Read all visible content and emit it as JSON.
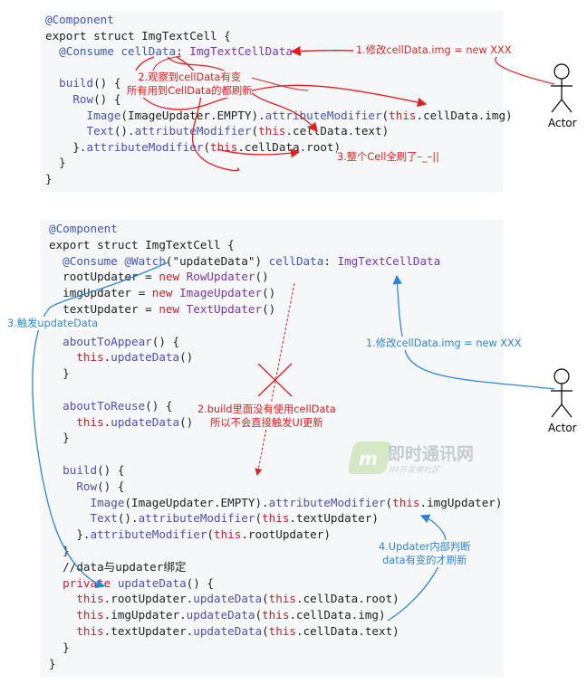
{
  "block1": {
    "lines": [
      {
        "parts": [
          {
            "t": "@Component",
            "c": "an"
          }
        ]
      },
      {
        "parts": [
          {
            "t": "export struct ",
            "c": "st"
          },
          {
            "t": "ImgTextCell {",
            "c": "st"
          }
        ]
      },
      {
        "parts": [
          {
            "t": "  @Consume ",
            "c": "an"
          },
          {
            "t": "cellData",
            "c": "an"
          },
          {
            "t": ": ",
            "c": "st"
          },
          {
            "t": "ImgTextCellData",
            "c": "ty"
          }
        ]
      },
      {
        "parts": [
          {
            "t": "",
            "c": "st"
          }
        ]
      },
      {
        "parts": [
          {
            "t": "  build",
            "c": "fn"
          },
          {
            "t": "() {",
            "c": "st"
          }
        ]
      },
      {
        "parts": [
          {
            "t": "    Row",
            "c": "fn"
          },
          {
            "t": "() {",
            "c": "st"
          }
        ]
      },
      {
        "parts": [
          {
            "t": "      Image",
            "c": "fn"
          },
          {
            "t": "(ImageUpdater.EMPTY).",
            "c": "st"
          },
          {
            "t": "attributeModifier",
            "c": "fn"
          },
          {
            "t": "(",
            "c": "st"
          },
          {
            "t": "this",
            "c": "kw"
          },
          {
            "t": ".cellData.img)",
            "c": "st"
          }
        ]
      },
      {
        "parts": [
          {
            "t": "      Text",
            "c": "fn"
          },
          {
            "t": "().",
            "c": "st"
          },
          {
            "t": "attributeModifier",
            "c": "fn"
          },
          {
            "t": "(",
            "c": "st"
          },
          {
            "t": "this",
            "c": "kw"
          },
          {
            "t": ".cellData.text)",
            "c": "st"
          }
        ]
      },
      {
        "parts": [
          {
            "t": "    }.",
            "c": "st"
          },
          {
            "t": "attributeModifier",
            "c": "fn"
          },
          {
            "t": "(",
            "c": "st"
          },
          {
            "t": "this",
            "c": "kw"
          },
          {
            "t": ".cellData.root)",
            "c": "st"
          }
        ]
      },
      {
        "parts": [
          {
            "t": "  }",
            "c": "st"
          }
        ]
      },
      {
        "parts": [
          {
            "t": "}",
            "c": "st"
          }
        ]
      }
    ]
  },
  "block2": {
    "lines": [
      {
        "parts": [
          {
            "t": "@Component",
            "c": "an"
          }
        ]
      },
      {
        "parts": [
          {
            "t": "export struct ",
            "c": "st"
          },
          {
            "t": "ImgTextCell {",
            "c": "st"
          }
        ]
      },
      {
        "parts": [
          {
            "t": "  @Consume ",
            "c": "an"
          },
          {
            "t": "@Watch",
            "c": "an"
          },
          {
            "t": "(\"updateData\") ",
            "c": "st"
          },
          {
            "t": "cellData",
            "c": "an"
          },
          {
            "t": ": ",
            "c": "st"
          },
          {
            "t": "ImgTextCellData",
            "c": "ty"
          }
        ]
      },
      {
        "parts": [
          {
            "t": "  rootUpdater = ",
            "c": "st"
          },
          {
            "t": "new ",
            "c": "kw"
          },
          {
            "t": "RowUpdater",
            "c": "ty"
          },
          {
            "t": "()",
            "c": "st"
          }
        ]
      },
      {
        "parts": [
          {
            "t": "  imgUpdater = ",
            "c": "st"
          },
          {
            "t": "new ",
            "c": "kw"
          },
          {
            "t": "ImageUpdater",
            "c": "ty"
          },
          {
            "t": "()",
            "c": "st"
          }
        ]
      },
      {
        "parts": [
          {
            "t": "  textUpdater = ",
            "c": "st"
          },
          {
            "t": "new ",
            "c": "kw"
          },
          {
            "t": "TextUpdater",
            "c": "ty"
          },
          {
            "t": "()",
            "c": "st"
          }
        ]
      },
      {
        "parts": [
          {
            "t": "",
            "c": "st"
          }
        ]
      },
      {
        "parts": [
          {
            "t": "  aboutToAppear",
            "c": "fn"
          },
          {
            "t": "() {",
            "c": "st"
          }
        ]
      },
      {
        "parts": [
          {
            "t": "    this",
            "c": "kw"
          },
          {
            "t": ".",
            "c": "st"
          },
          {
            "t": "updateData",
            "c": "fn"
          },
          {
            "t": "()",
            "c": "st"
          }
        ]
      },
      {
        "parts": [
          {
            "t": "  }",
            "c": "st"
          }
        ]
      },
      {
        "parts": [
          {
            "t": "",
            "c": "st"
          }
        ]
      },
      {
        "parts": [
          {
            "t": "  aboutToReuse",
            "c": "fn"
          },
          {
            "t": "() {",
            "c": "st"
          }
        ]
      },
      {
        "parts": [
          {
            "t": "    this",
            "c": "kw"
          },
          {
            "t": ".",
            "c": "st"
          },
          {
            "t": "updateData",
            "c": "fn"
          },
          {
            "t": "()",
            "c": "st"
          }
        ]
      },
      {
        "parts": [
          {
            "t": "  }",
            "c": "st"
          }
        ]
      },
      {
        "parts": [
          {
            "t": "",
            "c": "st"
          }
        ]
      },
      {
        "parts": [
          {
            "t": "  build",
            "c": "fn"
          },
          {
            "t": "() {",
            "c": "st"
          }
        ]
      },
      {
        "parts": [
          {
            "t": "    Row",
            "c": "fn"
          },
          {
            "t": "() {",
            "c": "st"
          }
        ]
      },
      {
        "parts": [
          {
            "t": "      Image",
            "c": "fn"
          },
          {
            "t": "(ImageUpdater.EMPTY).",
            "c": "st"
          },
          {
            "t": "attributeModifier",
            "c": "fn"
          },
          {
            "t": "(",
            "c": "st"
          },
          {
            "t": "this",
            "c": "kw"
          },
          {
            "t": ".imgUpdater)",
            "c": "st"
          }
        ]
      },
      {
        "parts": [
          {
            "t": "      Text",
            "c": "fn"
          },
          {
            "t": "().",
            "c": "st"
          },
          {
            "t": "attributeModifier",
            "c": "fn"
          },
          {
            "t": "(",
            "c": "st"
          },
          {
            "t": "this",
            "c": "kw"
          },
          {
            "t": ".textUpdater)",
            "c": "st"
          }
        ]
      },
      {
        "parts": [
          {
            "t": "    }.",
            "c": "st"
          },
          {
            "t": "attributeModifier",
            "c": "fn"
          },
          {
            "t": "(",
            "c": "st"
          },
          {
            "t": "this",
            "c": "kw"
          },
          {
            "t": ".rootUpdater)",
            "c": "st"
          }
        ]
      },
      {
        "parts": [
          {
            "t": "  }",
            "c": "st"
          }
        ]
      },
      {
        "parts": [
          {
            "t": "  //data与updater绑定",
            "c": "st"
          }
        ]
      },
      {
        "parts": [
          {
            "t": "  private ",
            "c": "kw"
          },
          {
            "t": "updateData",
            "c": "fn"
          },
          {
            "t": "() {",
            "c": "st"
          }
        ]
      },
      {
        "parts": [
          {
            "t": "    this",
            "c": "kw"
          },
          {
            "t": ".rootUpdater.",
            "c": "st"
          },
          {
            "t": "updateData",
            "c": "fn"
          },
          {
            "t": "(",
            "c": "st"
          },
          {
            "t": "this",
            "c": "kw"
          },
          {
            "t": ".cellData.root)",
            "c": "st"
          }
        ]
      },
      {
        "parts": [
          {
            "t": "    this",
            "c": "kw"
          },
          {
            "t": ".imgUpdater.",
            "c": "st"
          },
          {
            "t": "updateData",
            "c": "fn"
          },
          {
            "t": "(",
            "c": "st"
          },
          {
            "t": "this",
            "c": "kw"
          },
          {
            "t": ".cellData.img)",
            "c": "st"
          }
        ]
      },
      {
        "parts": [
          {
            "t": "    this",
            "c": "kw"
          },
          {
            "t": ".textUpdater.",
            "c": "st"
          },
          {
            "t": "updateData",
            "c": "fn"
          },
          {
            "t": "(",
            "c": "st"
          },
          {
            "t": "this",
            "c": "kw"
          },
          {
            "t": ".cellData.text)",
            "c": "st"
          }
        ]
      },
      {
        "parts": [
          {
            "t": "  }",
            "c": "st"
          }
        ]
      },
      {
        "parts": [
          {
            "t": "}",
            "c": "st"
          }
        ]
      }
    ]
  },
  "annotations": {
    "top_modify": "1.修改cellData.img = new XXX",
    "top_observe": "2.观察到cellData有变\n所有用到CellData的都刷新",
    "top_whole": "3.整个Cell全刷了–_–||",
    "bottom_trigger": "3.触发updateData",
    "bottom_modify": "1.修改cellData.img = new XXX",
    "bottom_build": "2.build里面没有使用cellData\n所以不会直接触发UI更新",
    "bottom_updater": "4.Updater内部判断\ndata有变的才刷新"
  },
  "actors": {
    "top_label": "Actor",
    "bottom_label": "Actor"
  },
  "watermark": {
    "title": "即时通讯网",
    "subtitle": "IM开发者社区"
  },
  "colors": {
    "red": "#e02020",
    "blue": "#2f86d9"
  }
}
